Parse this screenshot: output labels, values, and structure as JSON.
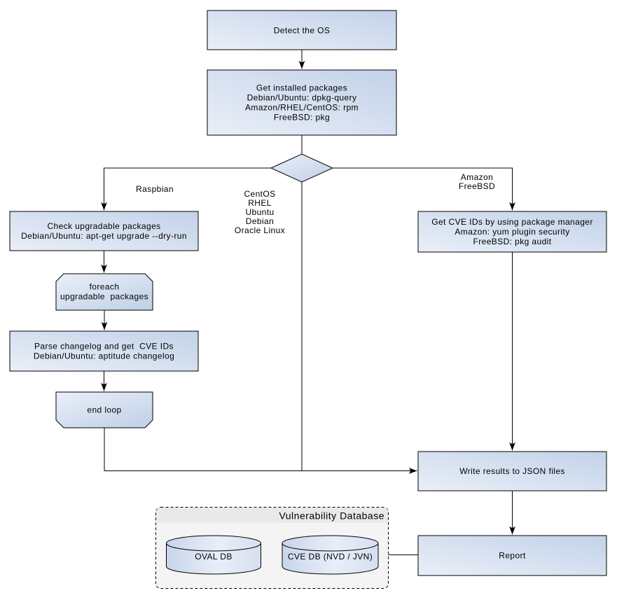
{
  "colors": {
    "stroke": "#000000",
    "node_fill_light": "#eaeff8",
    "node_fill_dark": "#c2d2e9",
    "cylinder_fill_dark": "#c7d5eb",
    "cylinder_fill_light": "#e9eef7",
    "cylinder_fill_mid": "#d7e0f0",
    "container_fill": "#f4f4f5",
    "container_header_fill": "#e9e9ea",
    "background": "#ffffff"
  },
  "nodes": {
    "detect_os": {
      "lines": [
        "Detect the OS"
      ]
    },
    "get_installed_packages": {
      "lines": [
        "Get installed packages",
        "Debian/Ubuntu: dpkg-query",
        "Amazon/RHEL/CentOS: rpm",
        "FreeBSD: pkg"
      ]
    },
    "check_upgradable_packages": {
      "lines": [
        "Check upgradable packages",
        "Debian/Ubuntu: apt-get upgrade --dry-run"
      ]
    },
    "foreach_loop": {
      "lines": [
        "foreach",
        "upgradable  packages"
      ]
    },
    "parse_changelog": {
      "lines": [
        "Parse changelog and get  CVE IDs",
        "Debian/Ubuntu: aptitude changelog"
      ]
    },
    "end_loop": {
      "lines": [
        "end loop"
      ]
    },
    "get_cve_ids": {
      "lines": [
        "Get CVE IDs by using package manager",
        "Amazon: yum plugin security",
        "FreeBSD: pkg audit"
      ]
    },
    "write_results": {
      "lines": [
        "Write results to JSON files"
      ]
    },
    "report": {
      "lines": [
        "Report"
      ]
    },
    "oval_db": {
      "label": "OVAL DB"
    },
    "cve_db": {
      "label": "CVE DB (NVD / JVN)"
    },
    "vulnerability_database": {
      "title": "Vulnerability Database"
    }
  },
  "edge_labels": {
    "raspbian": {
      "lines": [
        "Raspbian"
      ]
    },
    "middle_os": {
      "lines": [
        "CentOS",
        "RHEL",
        "Ubuntu",
        "Debian",
        "Oracle Linux"
      ]
    },
    "amazon_freebsd": {
      "lines": [
        "Amazon",
        "FreeBSD"
      ]
    }
  }
}
